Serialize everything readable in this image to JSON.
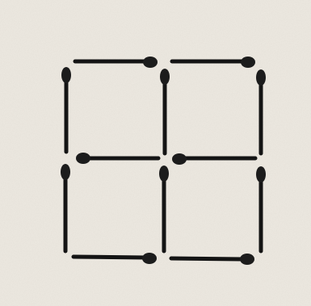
{
  "illustration": {
    "subject": "matchstick-puzzle",
    "background_color": "#eeeae2",
    "match_color": "#141414",
    "match_head_color": "#1c1c1c",
    "grid": {
      "columns": 2,
      "rows": 2
    },
    "match_count": 12,
    "matches": [
      {
        "id": "top-left",
        "orientation": "horizontal",
        "head": "right"
      },
      {
        "id": "top-right",
        "orientation": "horizontal",
        "head": "right"
      },
      {
        "id": "middle-left",
        "orientation": "horizontal",
        "head": "left"
      },
      {
        "id": "middle-right",
        "orientation": "horizontal",
        "head": "left"
      },
      {
        "id": "bottom-left",
        "orientation": "horizontal",
        "head": "right"
      },
      {
        "id": "bottom-right",
        "orientation": "horizontal",
        "head": "right"
      },
      {
        "id": "left-upper",
        "orientation": "vertical",
        "head": "top"
      },
      {
        "id": "center-upper",
        "orientation": "vertical",
        "head": "top"
      },
      {
        "id": "right-upper",
        "orientation": "vertical",
        "head": "top"
      },
      {
        "id": "left-lower",
        "orientation": "vertical",
        "head": "top"
      },
      {
        "id": "center-lower",
        "orientation": "vertical",
        "head": "top"
      },
      {
        "id": "right-lower",
        "orientation": "vertical",
        "head": "top"
      }
    ]
  }
}
